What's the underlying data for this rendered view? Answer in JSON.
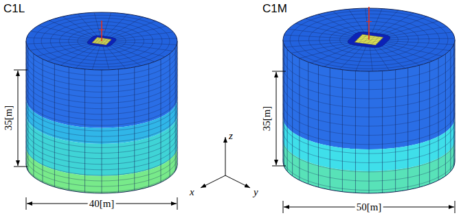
{
  "diagram": {
    "labels": [
      "C1L",
      "C1M",
      "35[m]",
      "40[m]",
      "35[m]",
      "50[m]",
      "z",
      "x",
      "y"
    ]
  }
}
